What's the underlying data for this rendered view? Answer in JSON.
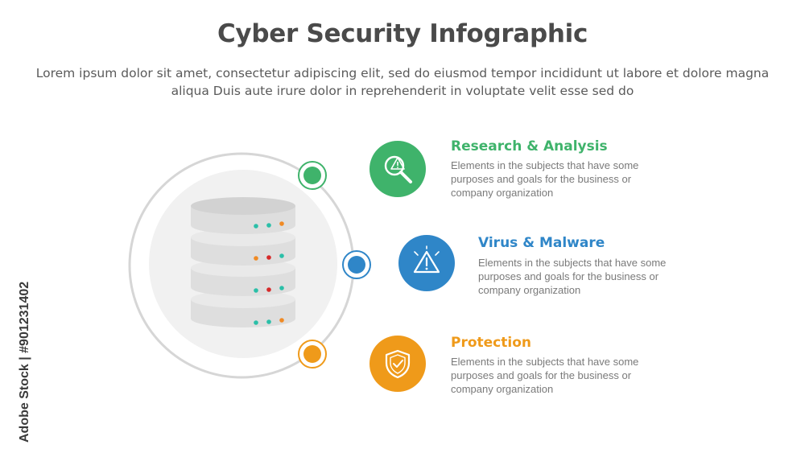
{
  "title": "Cyber Security Infographic",
  "subtitle": "Lorem ipsum dolor sit amet, consectetur adipiscing elit, sed do eiusmod tempor incididunt ut labore et dolore magna aliqua Duis aute irure dolor in reprehenderit in voluptate velit esse sed do",
  "items": [
    {
      "heading": "Research & Analysis",
      "body": "Elements in the subjects that have some purposes and goals for the business or company organization",
      "color": "#3fb36b",
      "icon": "magnifier-alert-icon"
    },
    {
      "heading": "Virus & Malware",
      "body": "Elements in the subjects that have some purposes and goals for the business or company organization",
      "color": "#2f86c8",
      "icon": "warning-triangle-icon"
    },
    {
      "heading": "Protection",
      "body": "Elements in the subjects that have some purposes and goals for the business or company organization",
      "color": "#ef9a1a",
      "icon": "shield-check-icon"
    }
  ],
  "watermark": "Adobe Stock | #901231402",
  "colors": {
    "ring": "#d6d6d6",
    "inner_circle": "#f1f1f1",
    "server": "#e2e2e2",
    "led_teal": "#2bbfa8",
    "led_orange": "#f08a24",
    "led_red": "#d62a2a"
  }
}
